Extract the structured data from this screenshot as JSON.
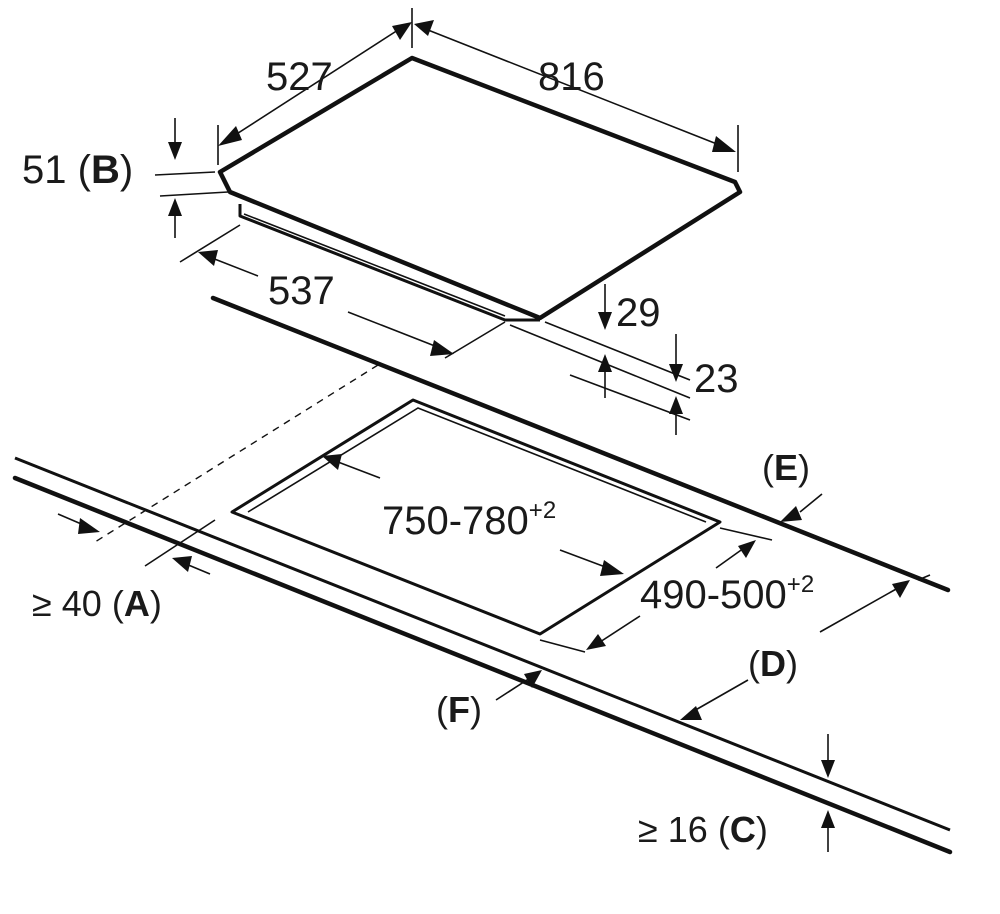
{
  "dimensions": {
    "depth": "527",
    "width": "816",
    "thickness": "51",
    "base_width": "537",
    "height_29": "29",
    "height_23": "23",
    "cutout_width": "750-780",
    "cutout_width_tol": "+2",
    "cutout_depth": "490-500",
    "cutout_depth_tol": "+2",
    "front_clearance": "≥ 40",
    "worktop_thickness": "≥ 16"
  },
  "labels": {
    "A": "A",
    "B": "B",
    "C": "C",
    "D": "D",
    "E": "E",
    "F": "F"
  },
  "colors": {
    "line": "#111111",
    "text": "#1a1a1a",
    "background": "#ffffff"
  }
}
